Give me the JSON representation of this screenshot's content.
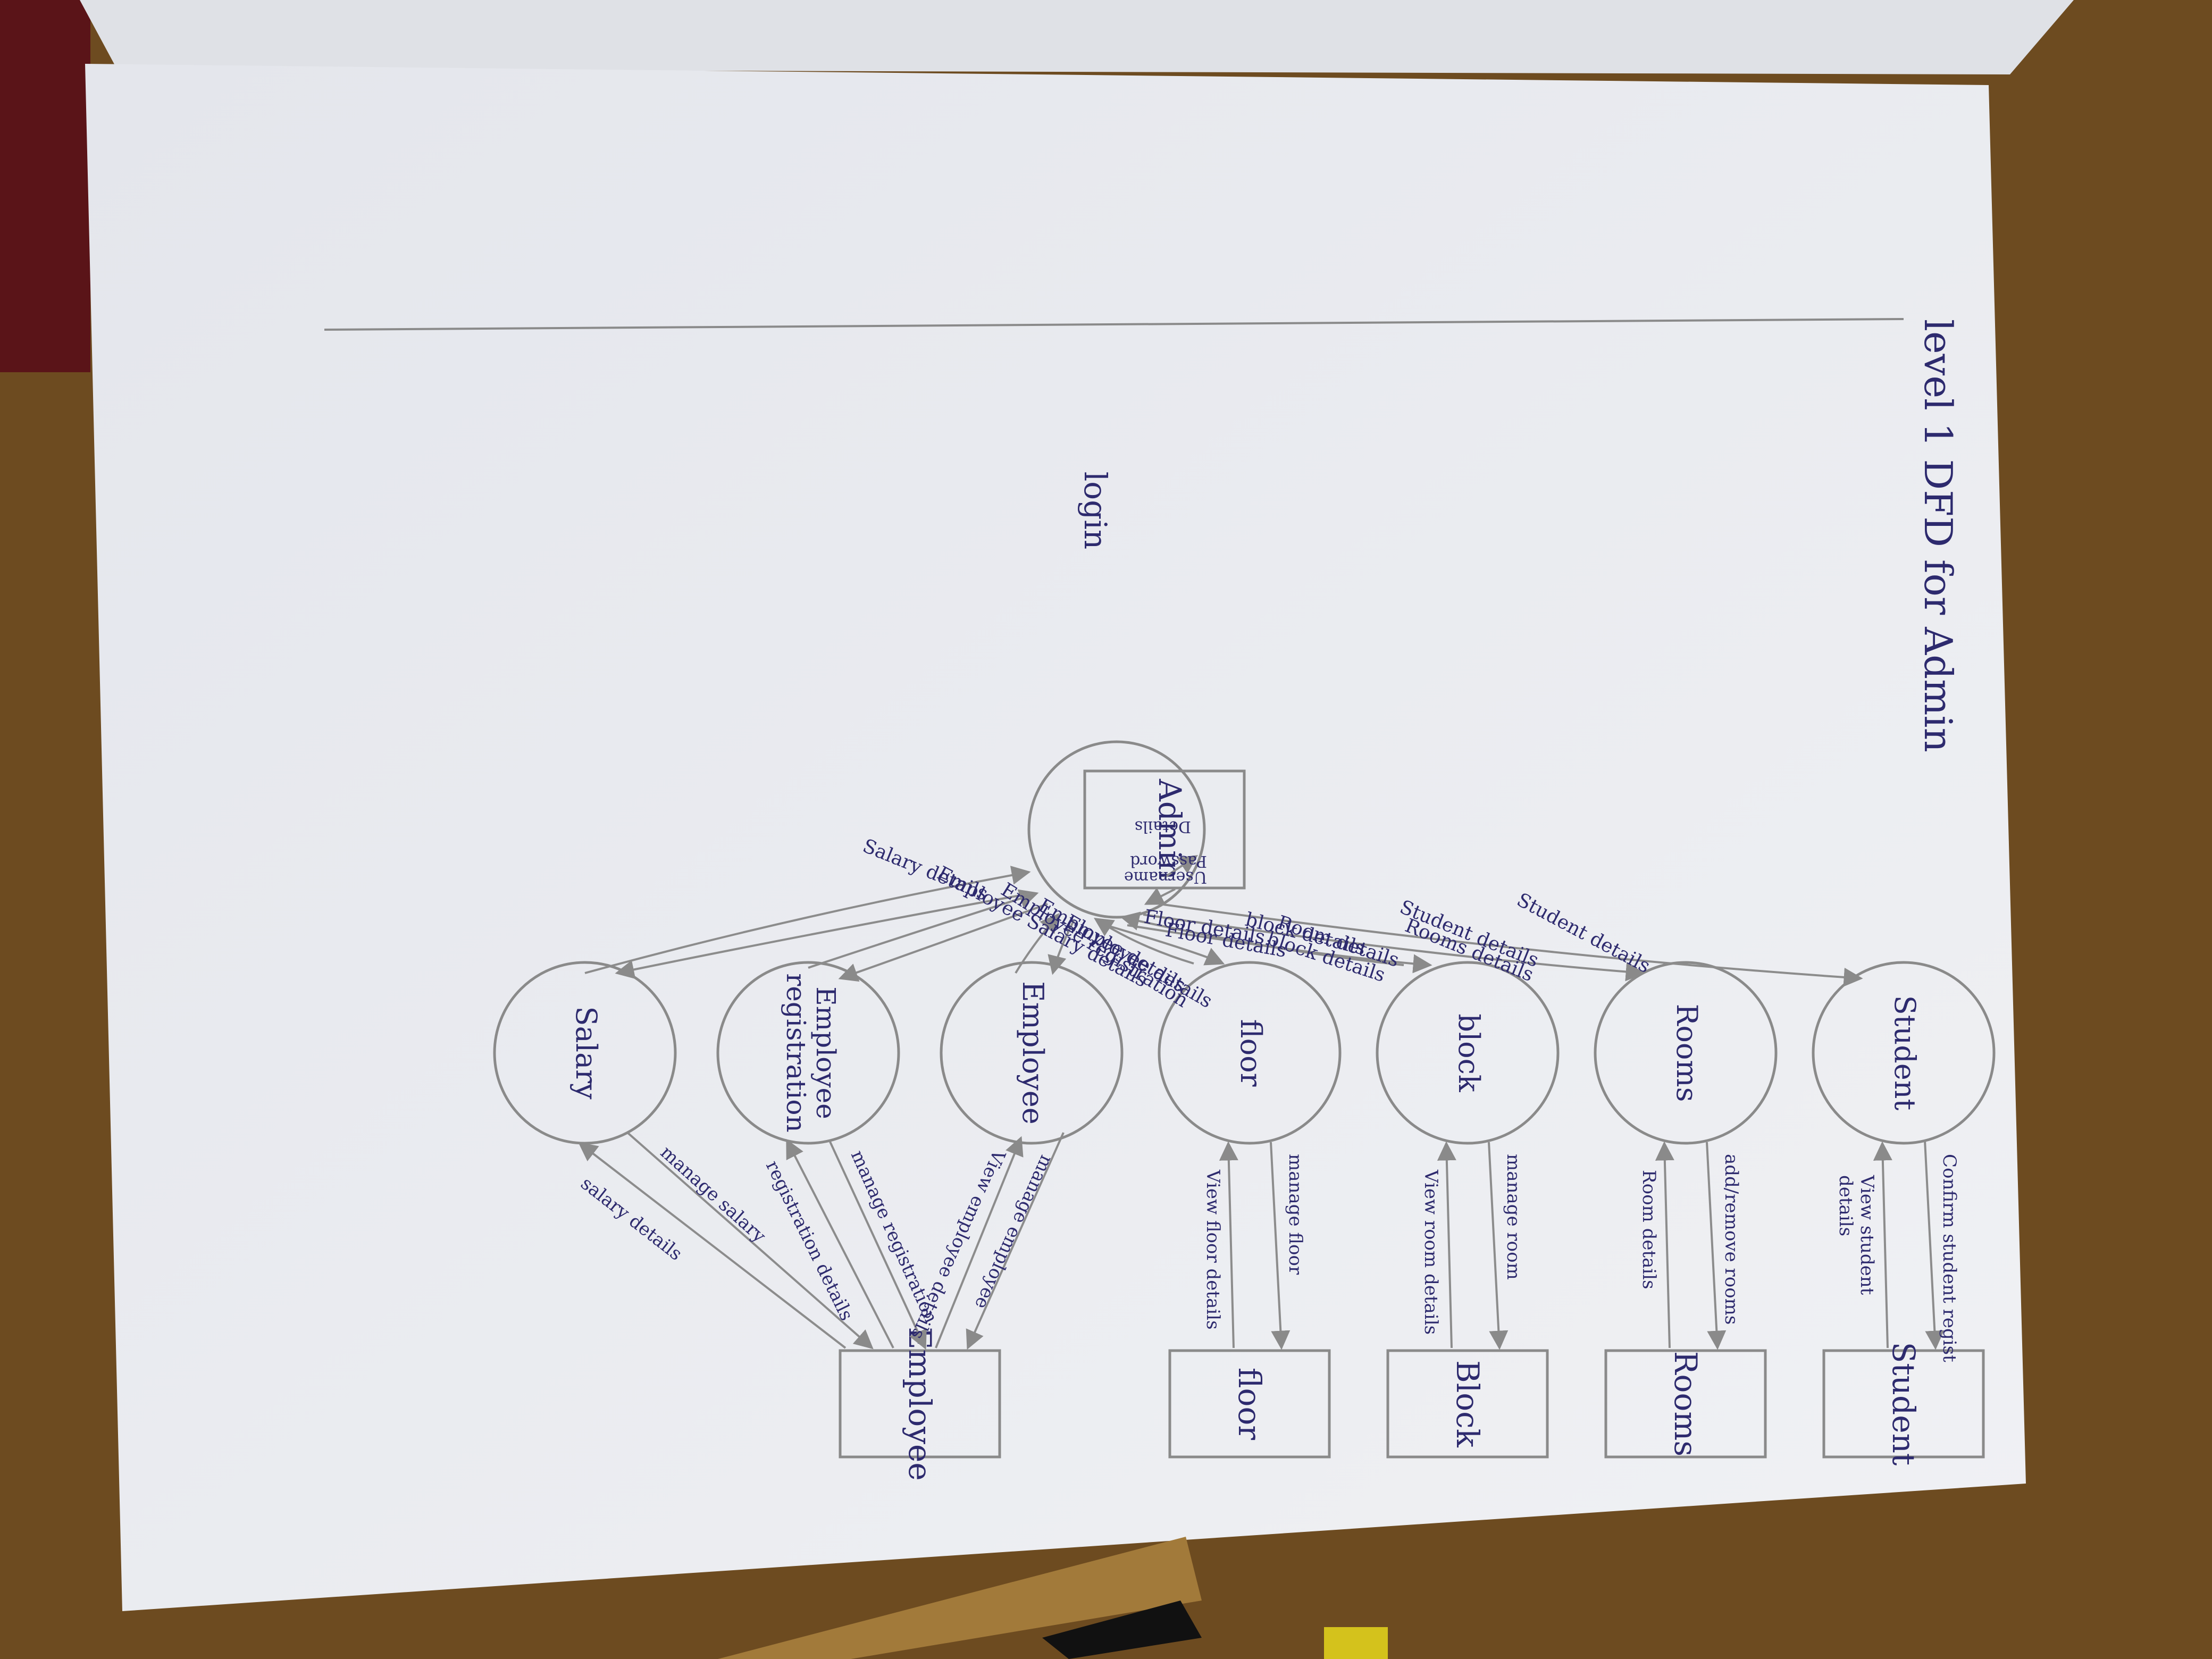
{
  "title": "level 1 DFD for Admin",
  "entities": {
    "admin": "Admin",
    "student": "Student",
    "rooms": "Rooms",
    "block": "Block",
    "floor": "floor",
    "employee": "Employee"
  },
  "processes": {
    "login": "login",
    "student": "Student",
    "rooms": "Rooms",
    "block": "block",
    "floor": "floor",
    "employee": "Employee",
    "employee_registration": [
      "Employee",
      "registration"
    ],
    "salary": "Salary"
  },
  "flows": {
    "admin_username": [
      "Username",
      "Password"
    ],
    "admin_details": "Details",
    "login_student": "Student details",
    "login_rooms": [
      "Student details",
      "Rooms details"
    ],
    "login_block": [
      "Room details",
      "block details"
    ],
    "block_login": "block details",
    "floor_login1": "Floor details",
    "floor_login2": "Floor details",
    "emp_login1": [
      "Employee details",
      "Employee details"
    ],
    "emp_login2": "Employee registration",
    "empreg_login": [
      "Employee Salary details"
    ],
    "salary_login": "Salary details",
    "student_store": "Confirm student regist",
    "student_view": [
      "View student",
      "details"
    ],
    "rooms_add": "add/remove rooms",
    "rooms_details": "Room details",
    "block_manage": "manage room",
    "block_view": "View room details",
    "floor_manage": "manage floor",
    "floor_view": "View floor details",
    "emp_manage": "manage employee",
    "emp_view": "View employee details",
    "reg_manage": "manage registration",
    "reg_details": "registration details",
    "salary_manage": "manage salary",
    "salary_details": "salary details"
  },
  "colors": {
    "ink": "#2d2a6e",
    "pencil": "#8c8c8c",
    "paper": "#ecedf1",
    "desk": "#6b4a1f"
  }
}
